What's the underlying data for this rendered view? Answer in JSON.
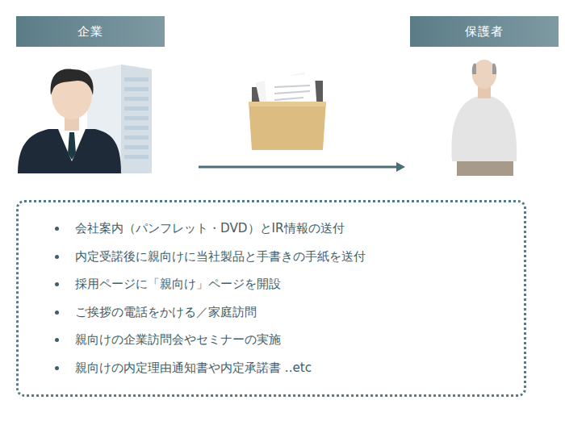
{
  "diagram": {
    "nodes": [
      {
        "text": [
          "企業"
        ]
      },
      {
        "text": [
          "保護者"
        ]
      },
      {
        "text": [
          "会社案内（パンフレット・DVD）とIR情報の送付",
          "内定受諾後に親向けに当社製品と手書きの手紙を送付",
          "採用ページに「親向け」ページを開設",
          "ご挨拶の電話をかける／家庭訪問",
          "親向けの企業訪問会やセミナーの実施",
          "親向けの内定理由通知書や内定承諾書 ..etc"
        ]
      }
    ],
    "edges": [
      {
        "from": 0,
        "to": 1,
        "arrow": "to"
      }
    ]
  }
}
